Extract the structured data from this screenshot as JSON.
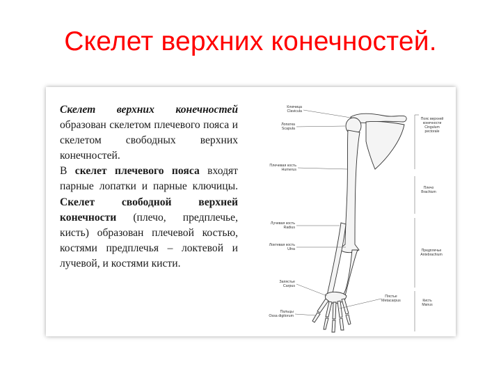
{
  "slide": {
    "title": "Скелет верхних конечностей."
  },
  "text": {
    "p1_italic": "Скелет верхних конечностей",
    "p1_rest": " образован скелетом плечевого пояса и скелетом свободных верхних конечностей.",
    "p2_start": "В ",
    "p2_bold1": "скелет плечевого пояса",
    "p2_mid": " входят парные лопатки и парные ключицы. ",
    "p2_bold2": "Скелет свободной верхней конечности",
    "p2_rest": " (плечо, предплечье, кисть) образован плечевой костью, костями предплечья – локтевой и лучевой, и костями кисти."
  },
  "figure_labels": {
    "clavicle": [
      "Ключица",
      "Clavicula"
    ],
    "scapula": [
      "Лопатка",
      "Scapula"
    ],
    "humerus": [
      "Плечевая кость",
      "Humerus"
    ],
    "radius": [
      "Лучевая кость",
      "Radius"
    ],
    "ulna": [
      "Локтевая кость",
      "Ulna"
    ],
    "carpus": [
      "Запястье",
      "Carpus"
    ],
    "phalanges": [
      "Пальцы",
      "Ossa digitorum"
    ],
    "metacarpus": [
      "Пястье",
      "Metacarpus"
    ],
    "girdle": [
      "Пояс верхней",
      "конечности",
      "Cingulum",
      "pectorale"
    ],
    "brachium": [
      "Плечо",
      "Brachium"
    ],
    "antebrachium": [
      "Предплечье",
      "Antebrachium"
    ],
    "manus": [
      "Кисть",
      "Manus"
    ]
  },
  "colors": {
    "title": "#ff0000",
    "bone_outline": "#333333",
    "bone_fill": "#f4f4f4"
  }
}
